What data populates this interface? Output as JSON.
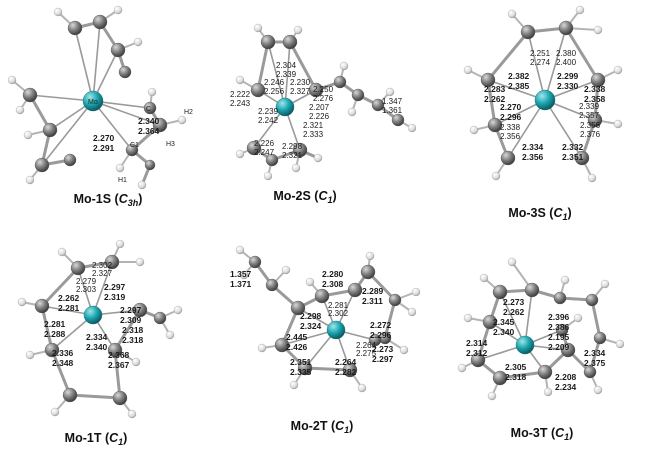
{
  "panels": [
    {
      "id": "Mo-1S",
      "title_prefix": "Mo-1S (",
      "symmetry": "C",
      "symmetry_sub": "3h",
      "title_suffix": ")",
      "distances": [
        {
          "text": "2.340",
          "style": "bold"
        },
        {
          "text": "2.364",
          "style": "bold"
        },
        {
          "text": "2.270",
          "style": "bold"
        },
        {
          "text": "2.291",
          "style": "bold"
        }
      ],
      "atom_labels": [
        "Mo",
        "C",
        "H2",
        "H3",
        "C1",
        "H1"
      ]
    },
    {
      "id": "Mo-2S",
      "title_prefix": "Mo-2S (",
      "symmetry": "C",
      "symmetry_sub": "1",
      "title_suffix": ")",
      "distances": [
        {
          "text": "2.304"
        },
        {
          "text": "2.339"
        },
        {
          "text": "2.246"
        },
        {
          "text": "2.256"
        },
        {
          "text": "2.230"
        },
        {
          "text": "2.327"
        },
        {
          "text": "2.250"
        },
        {
          "text": "2.276"
        },
        {
          "text": "2.222"
        },
        {
          "text": "2.243"
        },
        {
          "text": "2.207"
        },
        {
          "text": "2.226"
        },
        {
          "text": "2.239"
        },
        {
          "text": "2.242"
        },
        {
          "text": "2.321"
        },
        {
          "text": "2.333"
        },
        {
          "text": "2.226"
        },
        {
          "text": "2.247"
        },
        {
          "text": "2.298"
        },
        {
          "text": "2.321"
        },
        {
          "text": "1.347"
        },
        {
          "text": "1.361"
        }
      ]
    },
    {
      "id": "Mo-3S",
      "title_prefix": "Mo-3S (",
      "symmetry": "C",
      "symmetry_sub": "1",
      "title_suffix": ")",
      "distances": [
        {
          "text": "2.251"
        },
        {
          "text": "2.274"
        },
        {
          "text": "2.380"
        },
        {
          "text": "2.400"
        },
        {
          "text": "2.382",
          "style": "bold"
        },
        {
          "text": "2.385",
          "style": "bold"
        },
        {
          "text": "2.299",
          "style": "bold"
        },
        {
          "text": "2.330",
          "style": "bold"
        },
        {
          "text": "2.283",
          "style": "bold"
        },
        {
          "text": "2.262",
          "style": "bold"
        },
        {
          "text": "2.338",
          "style": "bold"
        },
        {
          "text": "2.358",
          "style": "bold"
        },
        {
          "text": "2.270",
          "style": "bold"
        },
        {
          "text": "2.296",
          "style": "bold"
        },
        {
          "text": "2.339"
        },
        {
          "text": "2.357"
        },
        {
          "text": "2.338"
        },
        {
          "text": "2.356"
        },
        {
          "text": "2.356"
        },
        {
          "text": "2.376"
        },
        {
          "text": "2.334",
          "style": "bold"
        },
        {
          "text": "2.356",
          "style": "bold"
        },
        {
          "text": "2.332",
          "style": "bold"
        },
        {
          "text": "2.351",
          "style": "bold"
        }
      ]
    },
    {
      "id": "Mo-1T",
      "title_prefix": "Mo-1T (",
      "symmetry": "C",
      "symmetry_sub": "1",
      "title_suffix": ")",
      "distances": [
        {
          "text": "2.302"
        },
        {
          "text": "2.327"
        },
        {
          "text": "2.279"
        },
        {
          "text": "2.303"
        },
        {
          "text": "2.297",
          "style": "bold"
        },
        {
          "text": "2.319",
          "style": "bold"
        },
        {
          "text": "2.262",
          "style": "bold"
        },
        {
          "text": "2.281",
          "style": "bold"
        },
        {
          "text": "2.297",
          "style": "bold"
        },
        {
          "text": "2.309",
          "style": "bold"
        },
        {
          "text": "2.281",
          "style": "bold"
        },
        {
          "text": "2.288",
          "style": "bold"
        },
        {
          "text": "2.318",
          "style": "bold"
        },
        {
          "text": "2.318",
          "style": "bold"
        },
        {
          "text": "2.334",
          "style": "bold"
        },
        {
          "text": "2.340",
          "style": "bold"
        },
        {
          "text": "2.336",
          "style": "bold"
        },
        {
          "text": "2.348",
          "style": "bold"
        },
        {
          "text": "2.368",
          "style": "bold"
        },
        {
          "text": "2.367",
          "style": "bold"
        }
      ]
    },
    {
      "id": "Mo-2T",
      "title_prefix": "Mo-2T (",
      "symmetry": "C",
      "symmetry_sub": "1",
      "title_suffix": ")",
      "distances": [
        {
          "text": "2.280",
          "style": "bold"
        },
        {
          "text": "2.308",
          "style": "bold"
        },
        {
          "text": "1.357",
          "style": "bold"
        },
        {
          "text": "1.371",
          "style": "bold"
        },
        {
          "text": "2.289",
          "style": "bold"
        },
        {
          "text": "2.311",
          "style": "bold"
        },
        {
          "text": "2.281"
        },
        {
          "text": "2.302"
        },
        {
          "text": "2.298",
          "style": "bold"
        },
        {
          "text": "2.324",
          "style": "bold"
        },
        {
          "text": "2.272",
          "style": "bold"
        },
        {
          "text": "2.296",
          "style": "bold"
        },
        {
          "text": "2.445",
          "style": "bold"
        },
        {
          "text": "2.426",
          "style": "bold"
        },
        {
          "text": "2.264"
        },
        {
          "text": "2.275"
        },
        {
          "text": "2.273",
          "style": "bold"
        },
        {
          "text": "2.297",
          "style": "bold"
        },
        {
          "text": "2.351",
          "style": "bold"
        },
        {
          "text": "2.335",
          "style": "bold"
        },
        {
          "text": "2.264",
          "style": "bold"
        },
        {
          "text": "2.282",
          "style": "bold"
        }
      ]
    },
    {
      "id": "Mo-3T",
      "title_prefix": "Mo-3T (",
      "symmetry": "C",
      "symmetry_sub": "1",
      "title_suffix": ")",
      "distances": [
        {
          "text": "2.273",
          "style": "bold"
        },
        {
          "text": "2.262",
          "style": "bold"
        },
        {
          "text": "2.396",
          "style": "bold"
        },
        {
          "text": "2.386",
          "style": "bold"
        },
        {
          "text": "2.345",
          "style": "bold"
        },
        {
          "text": "2.340",
          "style": "bold"
        },
        {
          "text": "2.314",
          "style": "bold"
        },
        {
          "text": "2.312",
          "style": "bold"
        },
        {
          "text": "2.195",
          "style": "bold"
        },
        {
          "text": "2.209",
          "style": "bold"
        },
        {
          "text": "2.334",
          "style": "bold"
        },
        {
          "text": "2.375",
          "style": "bold"
        },
        {
          "text": "2.305",
          "style": "bold"
        },
        {
          "text": "2.318",
          "style": "bold"
        },
        {
          "text": "2.208",
          "style": "bold"
        },
        {
          "text": "2.234",
          "style": "bold"
        }
      ]
    }
  ],
  "colors": {
    "metal": "#1aa3ad",
    "carbon": "#7a7a7a",
    "hydrogen": "#e6e6e6",
    "bond": "#9a9a9a",
    "text": "#1a1a1a"
  }
}
